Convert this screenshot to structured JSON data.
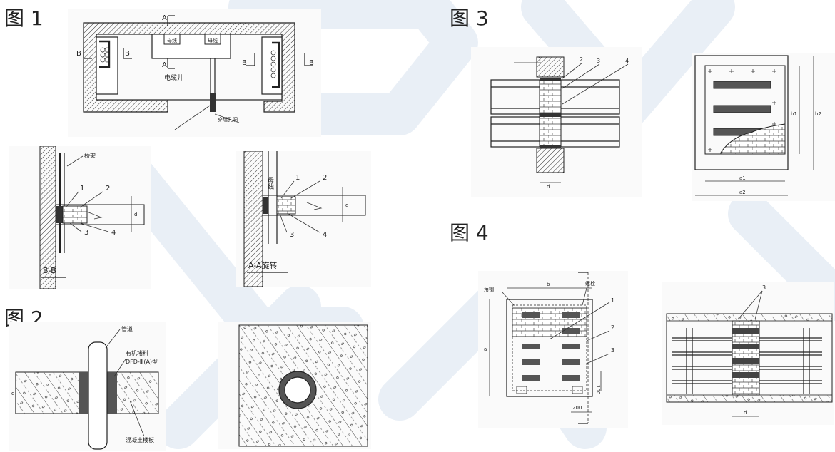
{
  "figures": {
    "fig1": {
      "title": "图 1",
      "labels": {
        "section_a_top": "A",
        "section_a_bottom": "A",
        "section_b_left_1": "B",
        "section_b_left_2": "B",
        "section_b_right_1": "B",
        "section_b_right_2": "B",
        "busbar_1": "母线",
        "busbar_2": "母线",
        "shaft": "电缆井",
        "wall_hole": "穿墙孔洞"
      },
      "detail_bb": {
        "tray": "桥架",
        "n1": "1",
        "n2": "2",
        "n3": "3",
        "n4": "4",
        "dim": "d",
        "caption": "B-B"
      },
      "detail_aa": {
        "busbar": "母线",
        "n1": "1",
        "n2": "2",
        "n3": "3",
        "n4": "4",
        "dim": "d",
        "caption": "A-A旋转"
      }
    },
    "fig2": {
      "title": "图 2",
      "labels": {
        "pipe": "管道",
        "filler": "有机堵料",
        "model": "DFD-Ⅲ(A)型",
        "slab": "混凝土楼板",
        "dim": "d"
      }
    },
    "fig3": {
      "title": "图 3",
      "left": {
        "n1": "1",
        "n2": "2",
        "n3": "3",
        "n4": "4",
        "dim": "d"
      },
      "right": {
        "b1": "b1",
        "b2": "b2",
        "a1": "a1",
        "a2": "a2"
      }
    },
    "fig4": {
      "title": "图 4",
      "left": {
        "angle_steel": "角钢",
        "bolt": "螺栓",
        "b": "b",
        "a": "a",
        "n1": "1",
        "n2": "2",
        "n3": "3",
        "dim_100": "100",
        "dim_200": "200"
      },
      "right": {
        "n3": "3",
        "dim": "d"
      }
    }
  },
  "colors": {
    "line": "#222222",
    "hatch_dark": "#444444",
    "watermark": "#e6edf5"
  }
}
